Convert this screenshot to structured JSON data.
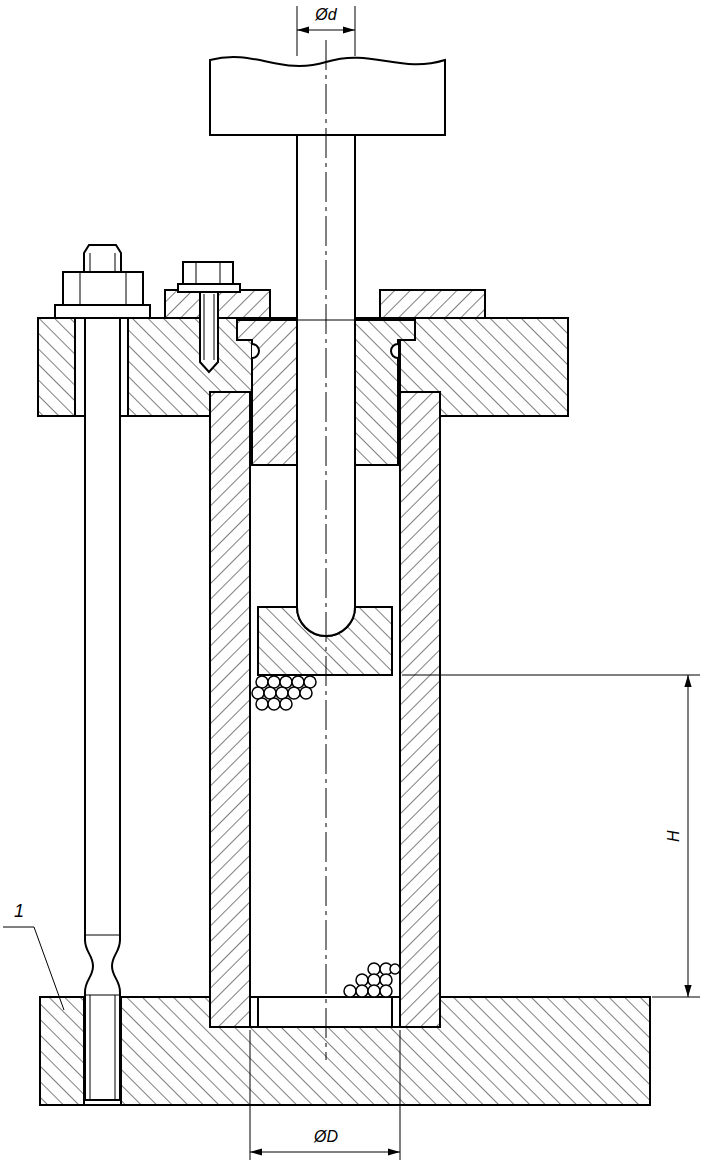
{
  "diagram": {
    "labels": [
      "Ød",
      "ØD",
      "H",
      "1"
    ]
  }
}
